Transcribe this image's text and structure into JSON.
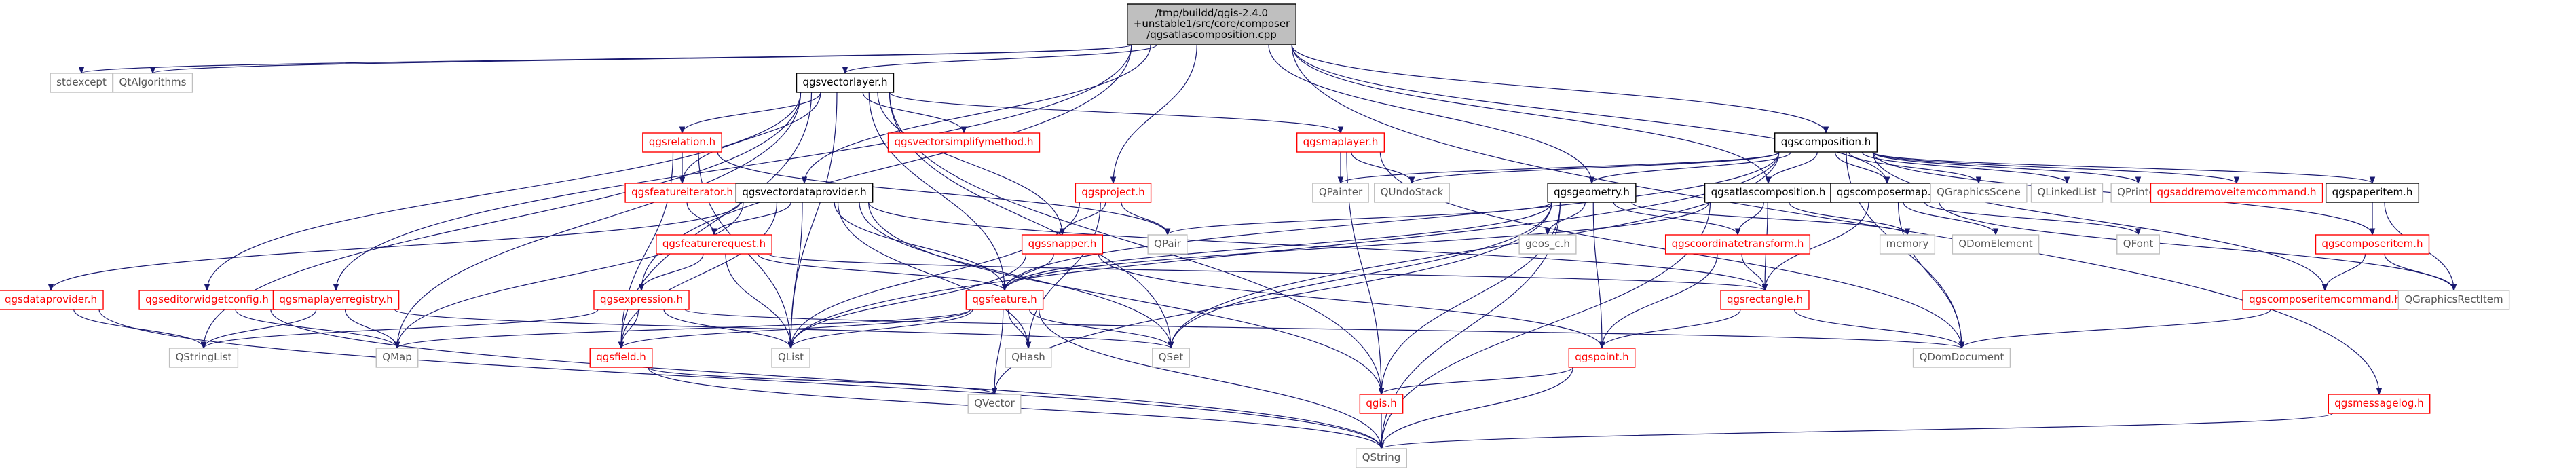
{
  "graph": {
    "type": "include-dependency-graph",
    "colors": {
      "root_fill": "#bfbfbf",
      "border_documented": "#000000",
      "border_undocumented": "#ff0000",
      "border_system": "#bfbfbf",
      "edge": "#191970",
      "text_default": "#000000",
      "text_undocumented": "#ff0000",
      "text_system": "#555555"
    },
    "nodes": [
      {
        "id": "root",
        "lines": [
          "/tmp/buildd/qgis-2.4.0",
          "+unstable1/src/core/composer",
          "/qgsatlascomposition.cpp"
        ],
        "style": "root"
      },
      {
        "id": "stdexcept",
        "lines": [
          "stdexcept"
        ],
        "style": "system"
      },
      {
        "id": "QtAlgorithms",
        "lines": [
          "QtAlgorithms"
        ],
        "style": "system"
      },
      {
        "id": "qgsvectorlayer",
        "lines": [
          "qgsvectorlayer.h"
        ],
        "style": "doc"
      },
      {
        "id": "qgsrelation",
        "lines": [
          "qgsrelation.h"
        ],
        "style": "undoc"
      },
      {
        "id": "qgsvectorsimplifymethod",
        "lines": [
          "qgsvectorsimplifymethod.h"
        ],
        "style": "undoc"
      },
      {
        "id": "qgsmaplayer",
        "lines": [
          "qgsmaplayer.h"
        ],
        "style": "undoc"
      },
      {
        "id": "qgscomposition",
        "lines": [
          "qgscomposition.h"
        ],
        "style": "doc"
      },
      {
        "id": "qgsfeatureiterator",
        "lines": [
          "qgsfeatureiterator.h"
        ],
        "style": "undoc"
      },
      {
        "id": "qgsvectordataprovider",
        "lines": [
          "qgsvectordataprovider.h"
        ],
        "style": "doc"
      },
      {
        "id": "qgsproject",
        "lines": [
          "qgsproject.h"
        ],
        "style": "undoc"
      },
      {
        "id": "QPainter",
        "lines": [
          "QPainter"
        ],
        "style": "system"
      },
      {
        "id": "QUndoStack",
        "lines": [
          "QUndoStack"
        ],
        "style": "system"
      },
      {
        "id": "qgsgeometry",
        "lines": [
          "qgsgeometry.h"
        ],
        "style": "doc"
      },
      {
        "id": "qgsatlascomposition",
        "lines": [
          "qgsatlascomposition.h"
        ],
        "style": "doc"
      },
      {
        "id": "qgscomposermap",
        "lines": [
          "qgscomposermap.h"
        ],
        "style": "doc"
      },
      {
        "id": "QGraphicsScene",
        "lines": [
          "QGraphicsScene"
        ],
        "style": "system"
      },
      {
        "id": "QLinkedList",
        "lines": [
          "QLinkedList"
        ],
        "style": "system"
      },
      {
        "id": "QPrinter",
        "lines": [
          "QPrinter"
        ],
        "style": "system"
      },
      {
        "id": "qgsaddremoveitemcommand",
        "lines": [
          "qgsaddremoveitemcommand.h"
        ],
        "style": "undoc"
      },
      {
        "id": "qgspaperitem",
        "lines": [
          "qgspaperitem.h"
        ],
        "style": "doc"
      },
      {
        "id": "qgsfeaturerequest",
        "lines": [
          "qgsfeaturerequest.h"
        ],
        "style": "undoc"
      },
      {
        "id": "qgssnapper",
        "lines": [
          "qgssnapper.h"
        ],
        "style": "undoc"
      },
      {
        "id": "QPair",
        "lines": [
          "QPair"
        ],
        "style": "system"
      },
      {
        "id": "geos_c",
        "lines": [
          "geos_c.h"
        ],
        "style": "system"
      },
      {
        "id": "qgscoordinatetransform",
        "lines": [
          "qgscoordinatetransform.h"
        ],
        "style": "undoc"
      },
      {
        "id": "memory",
        "lines": [
          "memory"
        ],
        "style": "system"
      },
      {
        "id": "QDomElement",
        "lines": [
          "QDomElement"
        ],
        "style": "system"
      },
      {
        "id": "QFont",
        "lines": [
          "QFont"
        ],
        "style": "system"
      },
      {
        "id": "qgscomposeritem",
        "lines": [
          "qgscomposeritem.h"
        ],
        "style": "undoc"
      },
      {
        "id": "qgsdataprovider",
        "lines": [
          "qgsdataprovider.h"
        ],
        "style": "undoc"
      },
      {
        "id": "qgseditorwidgetconfig",
        "lines": [
          "qgseditorwidgetconfig.h"
        ],
        "style": "undoc"
      },
      {
        "id": "qgsmaplayerregistry",
        "lines": [
          "qgsmaplayerregistry.h"
        ],
        "style": "undoc"
      },
      {
        "id": "qgsexpression",
        "lines": [
          "qgsexpression.h"
        ],
        "style": "undoc"
      },
      {
        "id": "qgsfeature",
        "lines": [
          "qgsfeature.h"
        ],
        "style": "undoc"
      },
      {
        "id": "qgsrectangle",
        "lines": [
          "qgsrectangle.h"
        ],
        "style": "undoc"
      },
      {
        "id": "qgscomposeritemcommand",
        "lines": [
          "qgscomposeritemcommand.h"
        ],
        "style": "undoc"
      },
      {
        "id": "QGraphicsRectItem",
        "lines": [
          "QGraphicsRectItem"
        ],
        "style": "system"
      },
      {
        "id": "QStringList",
        "lines": [
          "QStringList"
        ],
        "style": "system"
      },
      {
        "id": "QMap",
        "lines": [
          "QMap"
        ],
        "style": "system"
      },
      {
        "id": "qgsfield",
        "lines": [
          "qgsfield.h"
        ],
        "style": "undoc"
      },
      {
        "id": "QList",
        "lines": [
          "QList"
        ],
        "style": "system"
      },
      {
        "id": "QHash",
        "lines": [
          "QHash"
        ],
        "style": "system"
      },
      {
        "id": "QSet",
        "lines": [
          "QSet"
        ],
        "style": "system"
      },
      {
        "id": "qgspoint",
        "lines": [
          "qgspoint.h"
        ],
        "style": "undoc"
      },
      {
        "id": "QDomDocument",
        "lines": [
          "QDomDocument"
        ],
        "style": "system"
      },
      {
        "id": "QVector",
        "lines": [
          "QVector"
        ],
        "style": "system"
      },
      {
        "id": "qgis",
        "lines": [
          "qgis.h"
        ],
        "style": "undoc"
      },
      {
        "id": "qgsmessagelog",
        "lines": [
          "qgsmessagelog.h"
        ],
        "style": "undoc"
      },
      {
        "id": "QString",
        "lines": [
          "QString"
        ],
        "style": "system"
      }
    ],
    "edges": [
      [
        "root",
        "stdexcept"
      ],
      [
        "root",
        "QtAlgorithms"
      ],
      [
        "root",
        "qgsvectorlayer"
      ],
      [
        "root",
        "qgscomposition"
      ],
      [
        "root",
        "qgsatlascomposition"
      ],
      [
        "root",
        "qgscomposermap"
      ],
      [
        "root",
        "qgsvectordataprovider"
      ],
      [
        "root",
        "qgsexpression"
      ],
      [
        "root",
        "qgsgeometry"
      ],
      [
        "root",
        "qgsproject"
      ],
      [
        "root",
        "qgsmessagelog"
      ],
      [
        "root",
        "qgsmaplayerregistry"
      ],
      [
        "qgsvectorlayer",
        "qgsrelation"
      ],
      [
        "qgsvectorlayer",
        "qgsvectorsimplifymethod"
      ],
      [
        "qgsvectorlayer",
        "qgsmaplayer"
      ],
      [
        "qgsvectorlayer",
        "qgsfeatureiterator"
      ],
      [
        "qgsvectorlayer",
        "qgseditorwidgetconfig"
      ],
      [
        "qgsvectorlayer",
        "qgsfeature"
      ],
      [
        "qgsvectorlayer",
        "qgssnapper"
      ],
      [
        "qgsvectorlayer",
        "QStringList"
      ],
      [
        "qgsvectorlayer",
        "QMap"
      ],
      [
        "qgsvectorlayer",
        "qgsfield"
      ],
      [
        "qgsvectorlayer",
        "QList"
      ],
      [
        "qgsvectorlayer",
        "QSet"
      ],
      [
        "qgsvectorlayer",
        "qgis"
      ],
      [
        "qgsrelation",
        "qgsfeatureiterator"
      ],
      [
        "qgsrelation",
        "qgsfield"
      ],
      [
        "qgsrelation",
        "QList"
      ],
      [
        "qgsrelation",
        "QPair"
      ],
      [
        "qgsmaplayer",
        "QPainter"
      ],
      [
        "qgsmaplayer",
        "QUndoStack"
      ],
      [
        "qgsmaplayer",
        "QDomDocument"
      ],
      [
        "qgsmaplayer",
        "qgis"
      ],
      [
        "qgsfeatureiterator",
        "qgsfeaturerequest"
      ],
      [
        "qgsvectordataprovider",
        "qgsdataprovider"
      ],
      [
        "qgsvectordataprovider",
        "qgsfeaturerequest"
      ],
      [
        "qgsvectordataprovider",
        "qgsfeature"
      ],
      [
        "qgsvectordataprovider",
        "qgsfield"
      ],
      [
        "qgsvectordataprovider",
        "QMap"
      ],
      [
        "qgsvectordataprovider",
        "QList"
      ],
      [
        "qgsvectordataprovider",
        "QHash"
      ],
      [
        "qgsvectordataprovider",
        "QSet"
      ],
      [
        "qgsvectordataprovider",
        "qgsrectangle"
      ],
      [
        "qgsvectordataprovider",
        "qgis"
      ],
      [
        "qgsproject",
        "qgssnapper"
      ],
      [
        "qgsproject",
        "QPair"
      ],
      [
        "qgsproject",
        "QList"
      ],
      [
        "qgsproject",
        "QHash"
      ],
      [
        "qgscomposition",
        "QPainter"
      ],
      [
        "qgscomposition",
        "QUndoStack"
      ],
      [
        "qgscomposition",
        "qgsatlascomposition"
      ],
      [
        "qgscomposition",
        "qgscomposermap"
      ],
      [
        "qgscomposition",
        "QGraphicsScene"
      ],
      [
        "qgscomposition",
        "QLinkedList"
      ],
      [
        "qgscomposition",
        "QPrinter"
      ],
      [
        "qgscomposition",
        "qgsaddremoveitemcommand"
      ],
      [
        "qgscomposition",
        "qgspaperitem"
      ],
      [
        "qgscomposition",
        "qgscomposeritem"
      ],
      [
        "qgscomposition",
        "qgscomposeritemcommand"
      ],
      [
        "qgscomposition",
        "QDomDocument"
      ],
      [
        "qgscomposition",
        "QList"
      ],
      [
        "qgscomposition",
        "QSet"
      ],
      [
        "qgscomposition",
        "qgsfeature"
      ],
      [
        "qgscomposition",
        "qgsgeometry"
      ],
      [
        "qgsgeometry",
        "QPair"
      ],
      [
        "qgsgeometry",
        "geos_c"
      ],
      [
        "qgsgeometry",
        "qgscoordinatetransform"
      ],
      [
        "qgsgeometry",
        "qgsfeature"
      ],
      [
        "qgsgeometry",
        "QSet"
      ],
      [
        "qgsgeometry",
        "qgspoint"
      ],
      [
        "qgsgeometry",
        "QVector"
      ],
      [
        "qgsgeometry",
        "qgis"
      ],
      [
        "qgsgeometry",
        "QString"
      ],
      [
        "qgsgeometry",
        "memory"
      ],
      [
        "qgsatlascomposition",
        "qgscoordinatetransform"
      ],
      [
        "qgsatlascomposition",
        "memory"
      ],
      [
        "qgsatlascomposition",
        "qgsfeature"
      ],
      [
        "qgsatlascomposition",
        "QString"
      ],
      [
        "qgsatlascomposition",
        "qgsrectangle"
      ],
      [
        "qgscomposermap",
        "QDomElement"
      ],
      [
        "qgscomposermap",
        "QFont"
      ],
      [
        "qgscomposermap",
        "QGraphicsRectItem"
      ],
      [
        "qgscomposermap",
        "qgsrectangle"
      ],
      [
        "qgscomposermap",
        "QDomDocument"
      ],
      [
        "qgspaperitem",
        "qgscomposeritem"
      ],
      [
        "qgspaperitem",
        "QGraphicsRectItem"
      ],
      [
        "qgsfeaturerequest",
        "qgsexpression"
      ],
      [
        "qgsfeaturerequest",
        "qgsfeature"
      ],
      [
        "qgsfeaturerequest",
        "QList"
      ],
      [
        "qgsfeaturerequest",
        "qgsrectangle"
      ],
      [
        "qgssnapper",
        "qgsfeature"
      ],
      [
        "qgssnapper",
        "QList"
      ],
      [
        "qgssnapper",
        "qgspoint"
      ],
      [
        "qgscoordinatetransform",
        "qgsrectangle"
      ],
      [
        "qgscoordinatetransform",
        "qgspoint"
      ],
      [
        "qgscomposeritem",
        "qgscomposeritemcommand"
      ],
      [
        "qgscomposeritem",
        "QGraphicsRectItem"
      ],
      [
        "qgsdataprovider",
        "QStringList"
      ],
      [
        "qgsdataprovider",
        "QString"
      ],
      [
        "qgseditorwidgetconfig",
        "QMap"
      ],
      [
        "qgseditorwidgetconfig",
        "QString"
      ],
      [
        "qgsmaplayerregistry",
        "QMap"
      ],
      [
        "qgsmaplayerregistry",
        "QSet"
      ],
      [
        "qgsmaplayerregistry",
        "QStringList"
      ],
      [
        "qgsexpression",
        "QStringList"
      ],
      [
        "qgsexpression",
        "qgsfield"
      ],
      [
        "qgsexpression",
        "QList"
      ],
      [
        "qgsexpression",
        "QDomDocument"
      ],
      [
        "qgsfeature",
        "QMap"
      ],
      [
        "qgsfeature",
        "qgsfield"
      ],
      [
        "qgsfeature",
        "QList"
      ],
      [
        "qgsfeature",
        "QHash"
      ],
      [
        "qgsfeature",
        "QSet"
      ],
      [
        "qgsfeature",
        "QVector"
      ],
      [
        "qgsfeature",
        "QString"
      ],
      [
        "qgsrectangle",
        "qgspoint"
      ],
      [
        "qgsrectangle",
        "QDomDocument"
      ],
      [
        "qgscomposeritemcommand",
        "QDomDocument"
      ],
      [
        "qgsfield",
        "QVector"
      ],
      [
        "qgsfield",
        "QString"
      ],
      [
        "qgspoint",
        "qgis"
      ],
      [
        "qgspoint",
        "QString"
      ],
      [
        "qgis",
        "QString"
      ],
      [
        "qgsmessagelog",
        "QString"
      ]
    ]
  }
}
